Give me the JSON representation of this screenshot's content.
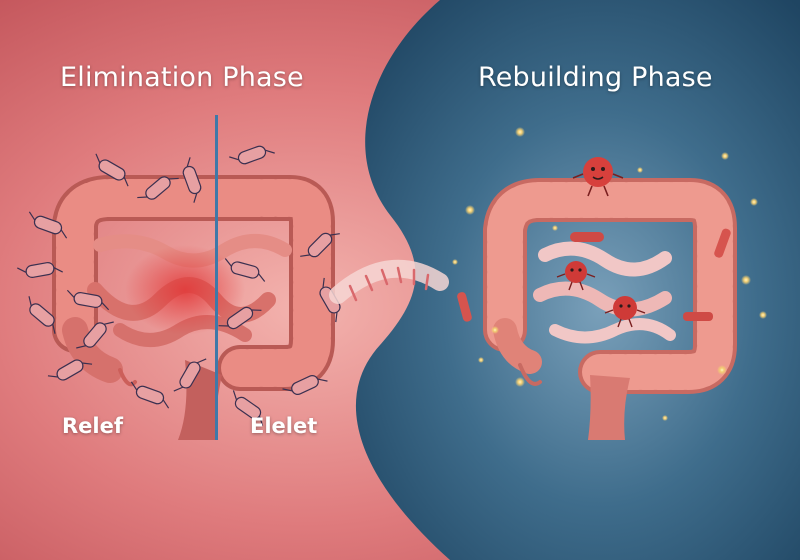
{
  "headings": {
    "left": "Elimination Phase",
    "right": "Rebuilding Phase"
  },
  "captions": {
    "left": "Relef",
    "right": "Elelet"
  },
  "colors": {
    "left_background": "#d9686c",
    "right_background": "#2d5877",
    "intestine": "#e8857c",
    "divider": "#3f78a8",
    "glow": "#f3cf72"
  }
}
